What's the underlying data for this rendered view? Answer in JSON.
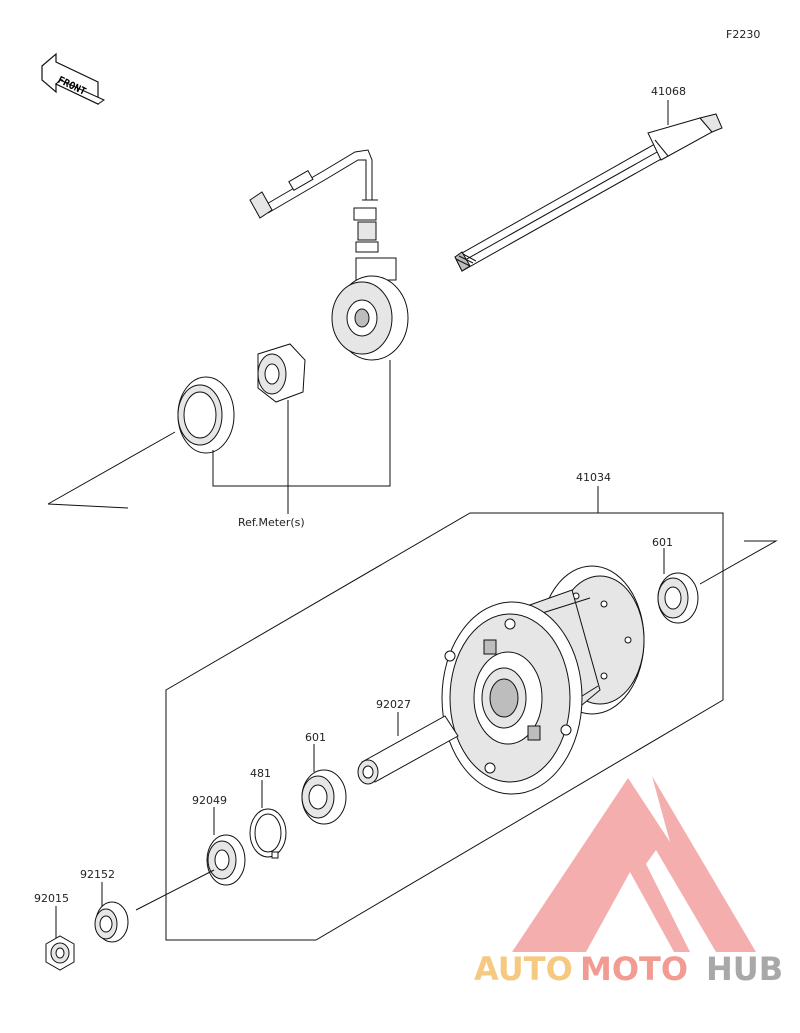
{
  "figure_code": "F2230",
  "front_label": "FRONT",
  "ref_label": "Ref.Meter(s)",
  "parts": {
    "axle": "41068",
    "hub": "41034",
    "bearing_right": "601",
    "spacer": "92027",
    "bearing_left": "601",
    "circlip": "481",
    "oil_seal": "92049",
    "collar": "92152",
    "nut": "92015"
  },
  "watermark": {
    "part1": "AUTO",
    "part2": "MOTO",
    "part3": "HUB",
    "color1": "#f5c06a",
    "color2": "#f08a80",
    "color3": "#9a9a9a",
    "logo_color": "#f08080"
  }
}
